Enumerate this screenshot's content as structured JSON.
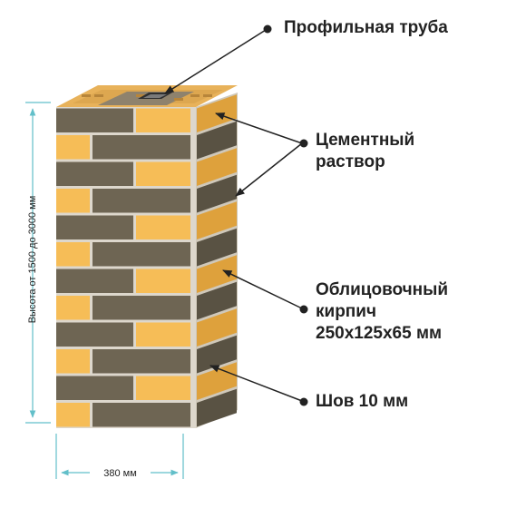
{
  "callouts": {
    "pipe": "Профильная труба",
    "mortar_line1": "Цементный",
    "mortar_line2": "раствор",
    "brick_line1": "Облицовочный",
    "brick_line2": "кирпич",
    "brick_line3": "250х125х65 мм",
    "seam": "Шов 10 мм"
  },
  "dimensions": {
    "height": "Высота от 1500 до 3000 мм",
    "width": "380 мм"
  },
  "colors": {
    "brick_light": "#f6bd57",
    "brick_light_side": "#dea13c",
    "brick_dark": "#6e6553",
    "brick_dark_side": "#595243",
    "mortar": "#ddd7cc",
    "dimension_line": "#62bfc9",
    "leader_line": "#222222"
  }
}
